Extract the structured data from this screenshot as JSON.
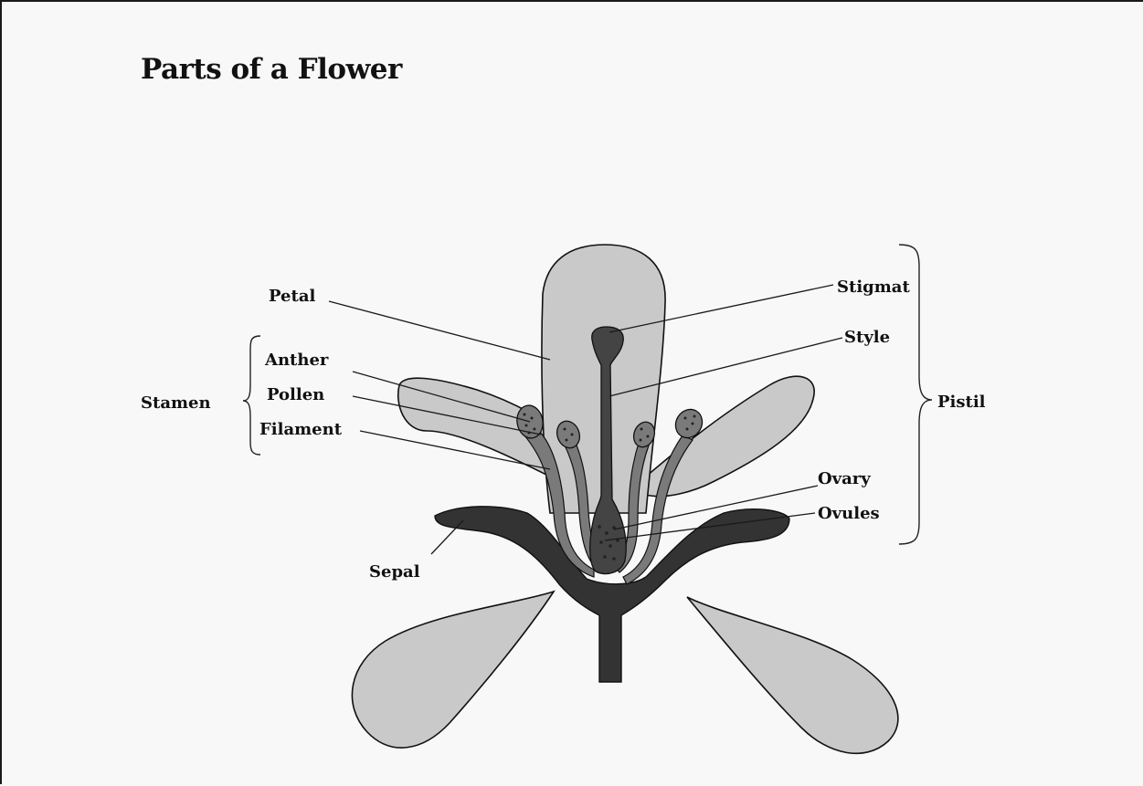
{
  "title": "Parts of a Flower",
  "labels": {
    "petal": "Petal",
    "anther": "Anther",
    "pollen": "Pollen",
    "filament": "Filament",
    "stamen": "Stamen",
    "stigma": "Stigmat",
    "style": "Style",
    "ovary": "Ovary",
    "ovules": "Ovules",
    "pistil": "Pistil",
    "sepal": "Sepal"
  },
  "colors": {
    "petal": "#c9c9c9",
    "sepal": "#333333",
    "organ": "#7a7a7a",
    "pistil": "#444444",
    "ovary_fill": "#555555"
  }
}
